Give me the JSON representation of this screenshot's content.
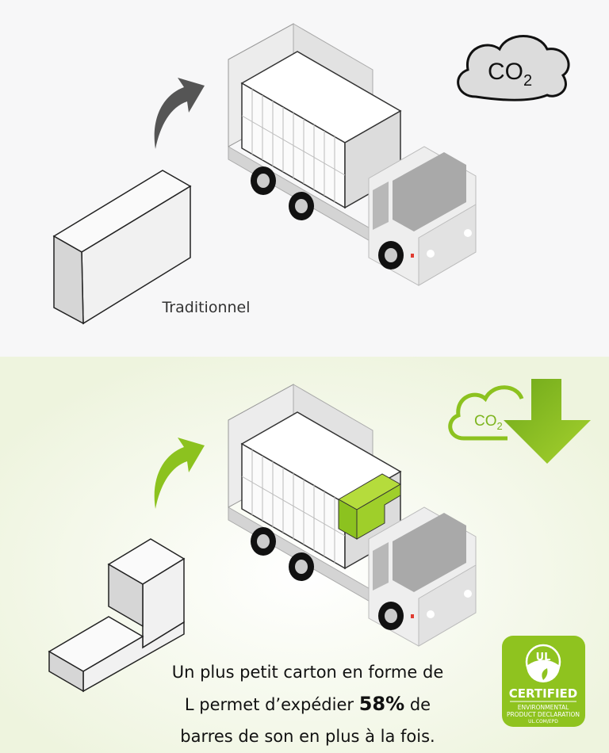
{
  "colors": {
    "top_bg": "#f7f7f8",
    "bottom_bg": "#f1f6e4",
    "accent_green": "#8cc21f",
    "arrow_dark": "#555555"
  },
  "traditional": {
    "label": "Traditionnel",
    "co2": {
      "main": "CO",
      "sub": "2"
    }
  },
  "l_shape": {
    "co2": {
      "main": "CO",
      "sub": "2"
    },
    "caption": {
      "line1": "Un plus petit carton en forme de",
      "line2_pre": "L permet d’expédier ",
      "highlight": "58%",
      "line2_post": " de",
      "line3": "barres de son en plus à la fois."
    }
  },
  "badge": {
    "logo": "UL",
    "title": "CERTIFIED",
    "line1": "ENVIRONMENTAL",
    "line2": "PRODUCT DECLARATION",
    "url": "UL.COM/EPD"
  }
}
